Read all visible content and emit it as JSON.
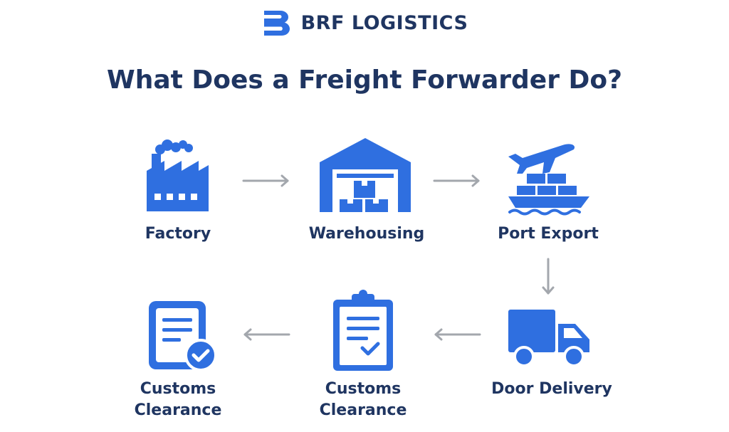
{
  "brand": {
    "name_strong": "BRF",
    "name_rest": "LOGISTICS",
    "logo_icon": "b-letter-logo-icon"
  },
  "title": "What Does a Freight Forwarder Do?",
  "colors": {
    "accent": "#2f6fe0",
    "text": "#1f3561",
    "arrow": "#a3a7ad"
  },
  "steps": [
    {
      "label_lines": [
        "Factory"
      ],
      "icon": "factory-icon"
    },
    {
      "label_lines": [
        "Warehousing"
      ],
      "icon": "warehouse-icon"
    },
    {
      "label_lines": [
        "Port Export"
      ],
      "icon": "plane-and-ship-icon"
    },
    {
      "label_lines": [
        "Door Delivery"
      ],
      "icon": "truck-icon"
    },
    {
      "label_lines": [
        "Customs",
        "Clearance"
      ],
      "icon": "clipboard-checklist-icon"
    },
    {
      "label_lines": [
        "Customs",
        "Clearance"
      ],
      "icon": "document-check-icon"
    }
  ]
}
